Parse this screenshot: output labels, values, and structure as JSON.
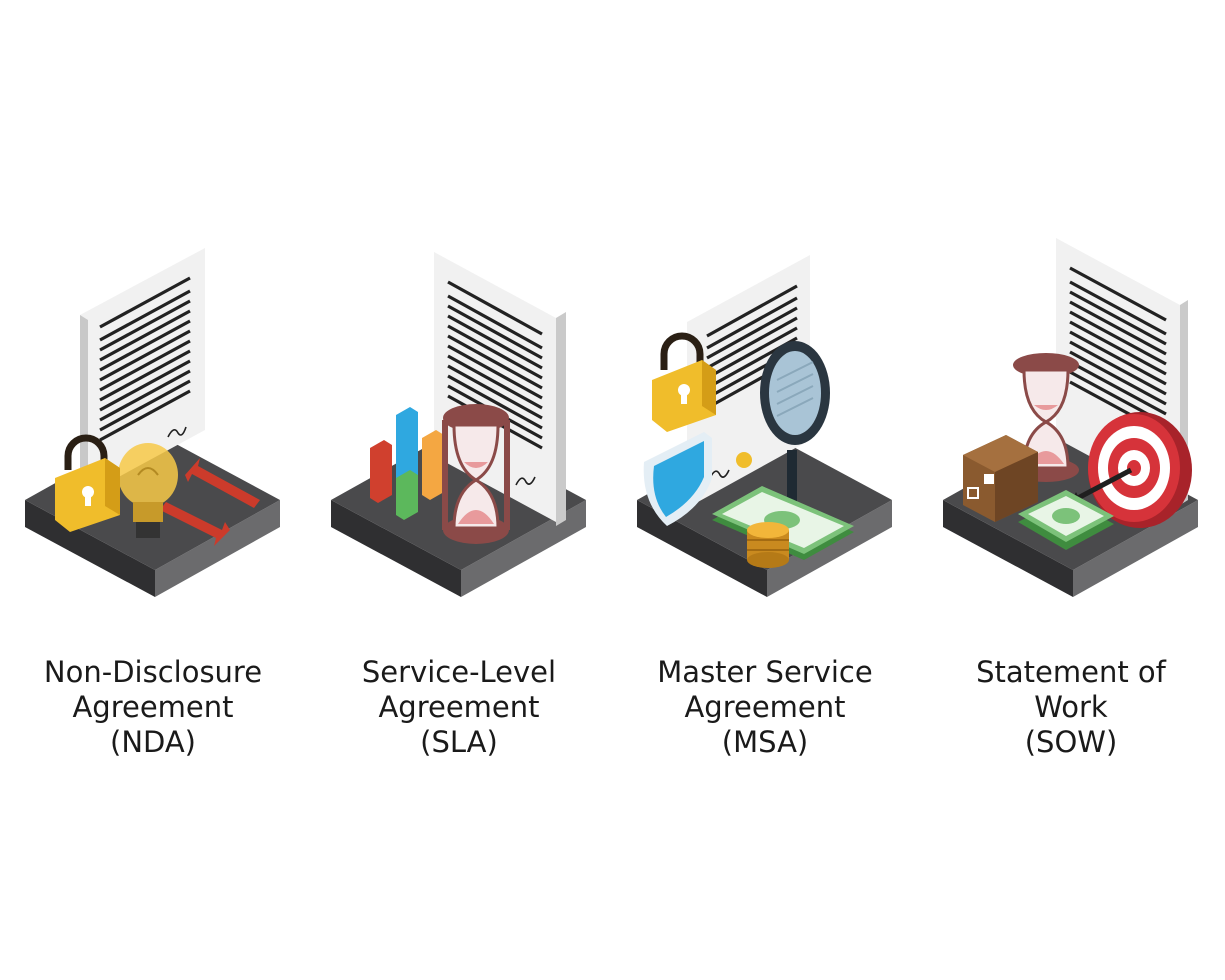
{
  "cards": [
    {
      "title_line1": "Non-Disclosure",
      "title_line2": "Agreement",
      "title_line3": "(NDA)",
      "icons": [
        "document-icon",
        "padlock-icon",
        "lightbulb-icon",
        "arrows-icon"
      ]
    },
    {
      "title_line1": "Service-Level",
      "title_line2": "Agreement",
      "title_line3": "(SLA)",
      "icons": [
        "document-icon",
        "bar-chart-icon",
        "hourglass-icon"
      ]
    },
    {
      "title_line1": "Master Service",
      "title_line2": "Agreement",
      "title_line3": "(MSA)",
      "icons": [
        "document-icon",
        "padlock-icon",
        "shield-icon",
        "magnifier-icon",
        "money-icon",
        "coins-icon"
      ]
    },
    {
      "title_line1": "Statement of",
      "title_line2": "Work",
      "title_line3": "(SOW)",
      "icons": [
        "document-icon",
        "hourglass-icon",
        "box-icon",
        "target-icon",
        "money-icon"
      ]
    }
  ],
  "colors": {
    "platform_top": "#4d4d4f",
    "platform_left": "#3a3a3c",
    "platform_right": "#6e6e70",
    "paper": "#f2f2f2",
    "paper_side": "#cfcfcf",
    "lines": "#2b2b2b",
    "gold": "#f2c230",
    "red": "#d0402e",
    "blue": "#2fa8e0",
    "green": "#5cb85c",
    "orange": "#f4a742",
    "brown": "#8b4a3c",
    "money": "#7cc27a"
  }
}
